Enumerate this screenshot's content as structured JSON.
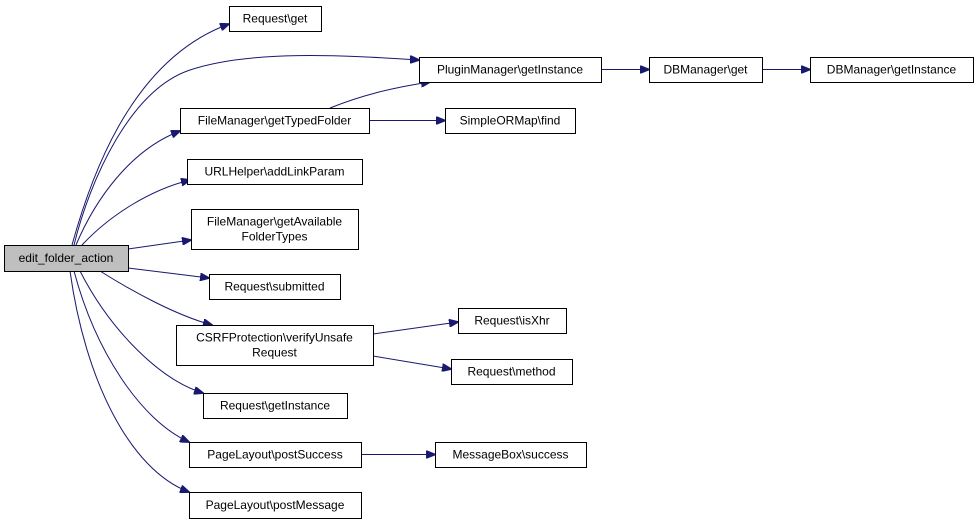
{
  "diagram": {
    "colors": {
      "edge": "#191970",
      "root_fill": "#bfbfbf",
      "node_fill": "#ffffff",
      "node_border": "#000000"
    },
    "nodes": {
      "edit_folder_action": {
        "lines": [
          "edit_folder_action"
        ]
      },
      "request_get": {
        "lines": [
          "Request\\get"
        ]
      },
      "plugin_manager_get_instance": {
        "lines": [
          "PluginManager\\getInstance"
        ]
      },
      "db_manager_get": {
        "lines": [
          "DBManager\\get"
        ]
      },
      "db_manager_get_instance": {
        "lines": [
          "DBManager\\getInstance"
        ]
      },
      "file_manager_get_typed_folder": {
        "lines": [
          "FileManager\\getTypedFolder"
        ]
      },
      "simple_or_map_find": {
        "lines": [
          "SimpleORMap\\find"
        ]
      },
      "url_helper_add_link_param": {
        "lines": [
          "URLHelper\\addLinkParam"
        ]
      },
      "file_manager_get_available_folder_types": {
        "lines": [
          "FileManager\\getAvailable",
          "FolderTypes"
        ]
      },
      "request_submitted": {
        "lines": [
          "Request\\submitted"
        ]
      },
      "csrf_protection_verify_unsafe_request": {
        "lines": [
          "CSRFProtection\\verifyUnsafe",
          "Request"
        ]
      },
      "request_is_xhr": {
        "lines": [
          "Request\\isXhr"
        ]
      },
      "request_method": {
        "lines": [
          "Request\\method"
        ]
      },
      "request_get_instance": {
        "lines": [
          "Request\\getInstance"
        ]
      },
      "page_layout_post_success": {
        "lines": [
          "PageLayout\\postSuccess"
        ]
      },
      "message_box_success": {
        "lines": [
          "MessageBox\\success"
        ]
      },
      "page_layout_post_message": {
        "lines": [
          "PageLayout\\postMessage"
        ]
      }
    },
    "edges": [
      {
        "from": "edit_folder_action",
        "to": "request_get"
      },
      {
        "from": "edit_folder_action",
        "to": "plugin_manager_get_instance"
      },
      {
        "from": "edit_folder_action",
        "to": "file_manager_get_typed_folder"
      },
      {
        "from": "edit_folder_action",
        "to": "url_helper_add_link_param"
      },
      {
        "from": "edit_folder_action",
        "to": "file_manager_get_available_folder_types"
      },
      {
        "from": "edit_folder_action",
        "to": "request_submitted"
      },
      {
        "from": "edit_folder_action",
        "to": "csrf_protection_verify_unsafe_request"
      },
      {
        "from": "edit_folder_action",
        "to": "request_get_instance"
      },
      {
        "from": "edit_folder_action",
        "to": "page_layout_post_success"
      },
      {
        "from": "edit_folder_action",
        "to": "page_layout_post_message"
      },
      {
        "from": "plugin_manager_get_instance",
        "to": "db_manager_get"
      },
      {
        "from": "db_manager_get",
        "to": "db_manager_get_instance"
      },
      {
        "from": "file_manager_get_typed_folder",
        "to": "plugin_manager_get_instance"
      },
      {
        "from": "file_manager_get_typed_folder",
        "to": "simple_or_map_find"
      },
      {
        "from": "csrf_protection_verify_unsafe_request",
        "to": "request_is_xhr"
      },
      {
        "from": "csrf_protection_verify_unsafe_request",
        "to": "request_method"
      },
      {
        "from": "page_layout_post_success",
        "to": "message_box_success"
      }
    ]
  }
}
